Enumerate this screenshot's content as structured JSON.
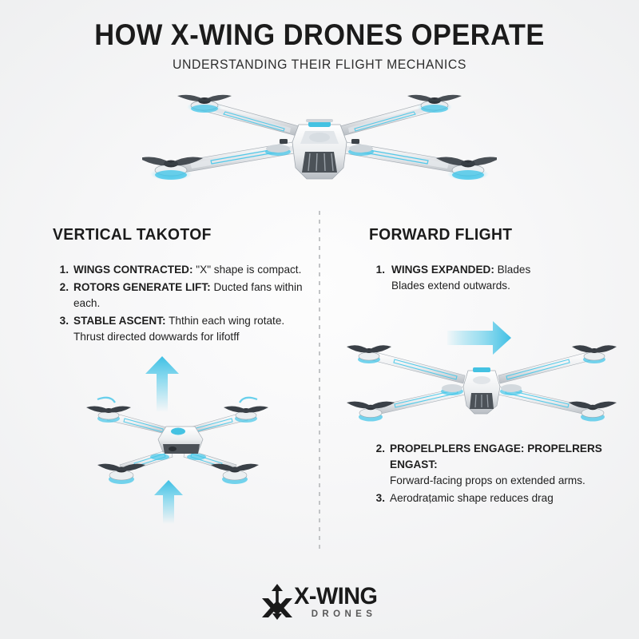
{
  "header": {
    "title": "HOW X-WING DRONES OPERATE",
    "subtitle": "UNDERSTANDING THEIR FLIGHT MECHANICS"
  },
  "colors": {
    "accent_cyan": "#45c6e8",
    "accent_cyan_light": "#cfeaf5",
    "background": "#eeeff0",
    "text_dark": "#1b1b1b",
    "divider": "#c2c4c6",
    "drone_body": "#f3f4f5",
    "drone_shadow": "#3a3f44"
  },
  "columns": {
    "left": {
      "heading": "VERTICAL TAKOTOF",
      "steps": [
        {
          "num": "1.",
          "lead": "WINGS CONTRACTED:",
          "rest": " \"X\" shape is compact.",
          "cont": ""
        },
        {
          "num": "2.",
          "lead": "ROTORS GENERATE LIFT:",
          "rest": " Ducted fans within each.",
          "cont": ""
        },
        {
          "num": "3.",
          "lead": "STABLE ASCENT:",
          "rest": " Ththin each wing rotate.",
          "cont": "Thrust directed dowwards for lifotff"
        }
      ]
    },
    "right_upper": {
      "heading": "FORWARD FLIGHT",
      "steps": [
        {
          "num": "1.",
          "lead": "WINGS EXPANDED:",
          "rest": " Blades",
          "cont": "Blades extend outwards."
        }
      ]
    },
    "right_lower": {
      "steps": [
        {
          "num": "2.",
          "lead": "PROPELPLERS ENGAGE: PROPELRERS ENGAST:",
          "rest": "",
          "cont": "Forward-facing props on extended arms."
        },
        {
          "num": "3.",
          "lead": "",
          "rest": "Aerodraṭamic shape reduces drag",
          "cont": ""
        }
      ]
    }
  },
  "illustrations": {
    "hero": "x-wing-drone-front-view",
    "takeoff": "drone-vertical-takeoff-with-up-arrows",
    "forward": "drone-forward-flight-with-right-arrow",
    "takeoff_arrow_up_label": "up-arrow",
    "forward_arrow_label": "right-arrow"
  },
  "footer": {
    "logo_word": "X-WING",
    "logo_sub": "DRONES",
    "logo_mark": "x-with-vertical-double-arrow"
  }
}
